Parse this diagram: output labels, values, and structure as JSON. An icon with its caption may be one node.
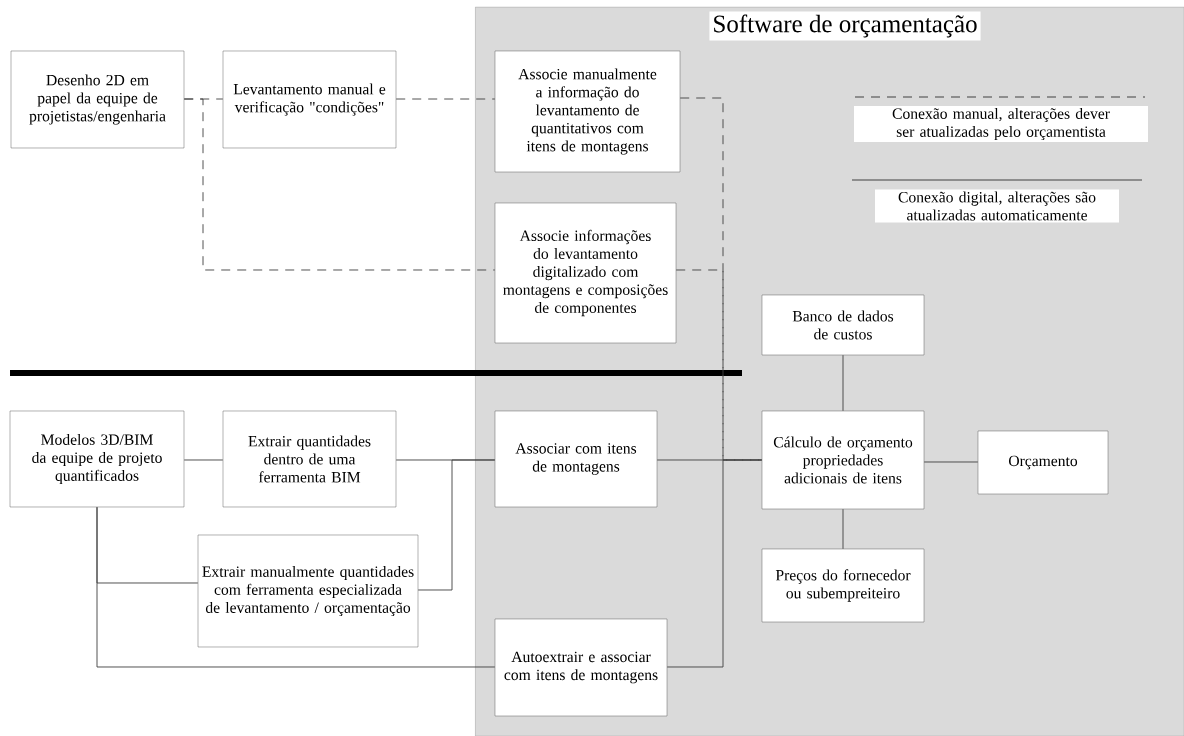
{
  "diagram": {
    "nodes": [
      {
        "text": [
          "Software de orçamentação"
        ]
      },
      {
        "text": [
          "Desenho 2D em papel da equipe de projetistas/engenharia"
        ]
      },
      {
        "text": [
          "Levantamento manual e verificação \"condições\""
        ]
      },
      {
        "text": [
          "Associe manualmente a informação do levantamento de quantitativos com itens de montagens"
        ],
        "in": 0
      },
      {
        "text": [
          "Associe informações do levantamento digitalizado com montagens e composições de componentes"
        ],
        "in": 0
      },
      {
        "text": [
          "Modelos 3D/BIM da equipe de projeto quantificados"
        ]
      },
      {
        "text": [
          "Extrair quantidades dentro de uma ferramenta BIM"
        ]
      },
      {
        "text": [
          "Associar com itens de montagens"
        ],
        "in": 0
      },
      {
        "text": [
          "Extrair manualmente quantidades com ferramenta especializada de levantamento / orçamentação"
        ]
      },
      {
        "text": [
          "Autoextrair e associar com itens de montagens"
        ],
        "in": 0
      },
      {
        "text": [
          "Banco de dados de custos"
        ],
        "in": 0
      },
      {
        "text": [
          "Cálculo de orçamento propriedades adicionais de itens"
        ],
        "in": 0
      },
      {
        "text": [
          "Orçamento"
        ],
        "in": 0
      },
      {
        "text": [
          "Preços do fornecedor ou subempreiteiro"
        ],
        "in": 0
      }
    ],
    "edges": [
      {
        "from": 1,
        "to": 2,
        "arrow": "none",
        "style": "dashed"
      },
      {
        "from": 1,
        "to": 4,
        "arrow": "none",
        "style": "dashed"
      },
      {
        "from": 2,
        "to": 3,
        "arrow": "none",
        "style": "dashed"
      },
      {
        "from": 3,
        "to": 11,
        "arrow": "none",
        "style": "dashed"
      },
      {
        "from": 4,
        "to": 11,
        "arrow": "none",
        "style": "dashed"
      },
      {
        "from": 5,
        "to": 6,
        "arrow": "none"
      },
      {
        "from": 6,
        "to": 7,
        "arrow": "none"
      },
      {
        "from": 8,
        "to": 7,
        "arrow": "none"
      },
      {
        "from": 5,
        "to": 8,
        "arrow": "none"
      },
      {
        "from": 5,
        "to": 9,
        "arrow": "none"
      },
      {
        "from": 7,
        "to": 11,
        "arrow": "none"
      },
      {
        "from": 10,
        "to": 11,
        "arrow": "none"
      },
      {
        "from": 11,
        "to": 12,
        "arrow": "none"
      },
      {
        "from": 11,
        "to": 13,
        "arrow": "none"
      },
      {
        "from": 9,
        "to": 11,
        "arrow": "none"
      }
    ],
    "legend": [
      {
        "text": "Conexão manual, alterações dever ser atualizadas pelo orçamentista"
      },
      {
        "text": "Conexão digital, alterações são atualizadas automaticamente"
      }
    ]
  }
}
